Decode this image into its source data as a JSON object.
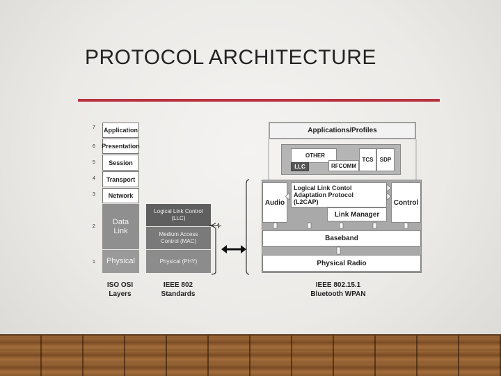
{
  "slide": {
    "title": "PROTOCOL ARCHITECTURE"
  },
  "osi": {
    "layer_numbers": [
      "7",
      "6",
      "5",
      "4",
      "3",
      "2",
      "1"
    ],
    "layers": [
      "Application",
      "Presentation",
      "Session",
      "Transport",
      "Network",
      "Data Link",
      "Physical"
    ],
    "caption": [
      "ISO OSI",
      "Layers"
    ]
  },
  "ieee802": {
    "layers": [
      "Logical Link Control (LLC)",
      "Medium Access Control (MAC)",
      "Physical (PHY)"
    ],
    "caption": [
      "IEEE 802",
      "Standards"
    ]
  },
  "bluetooth": {
    "applications": "Applications/Profiles",
    "other": "OTHER",
    "llc": "LLC",
    "rfcomm": "RFCOMM",
    "tcs": "TCS",
    "sdp": "SDP",
    "audio": "Audio",
    "l2cap": [
      "Logical Link Contol",
      "Adaptation Protocol",
      "(L2CAP)"
    ],
    "link_manager": "Link Manager",
    "control": "Control",
    "baseband": "Baseband",
    "physical_radio": "Physical Radio",
    "caption": [
      "IEEE 802.15.1",
      "Bluetooth WPAN"
    ]
  },
  "colors": {
    "accent_rule": "#b8323f",
    "osi_dark": "#8f8f8f",
    "ieee_dark": "#6a6a6a",
    "stack_gray": "#a9a9a9"
  }
}
